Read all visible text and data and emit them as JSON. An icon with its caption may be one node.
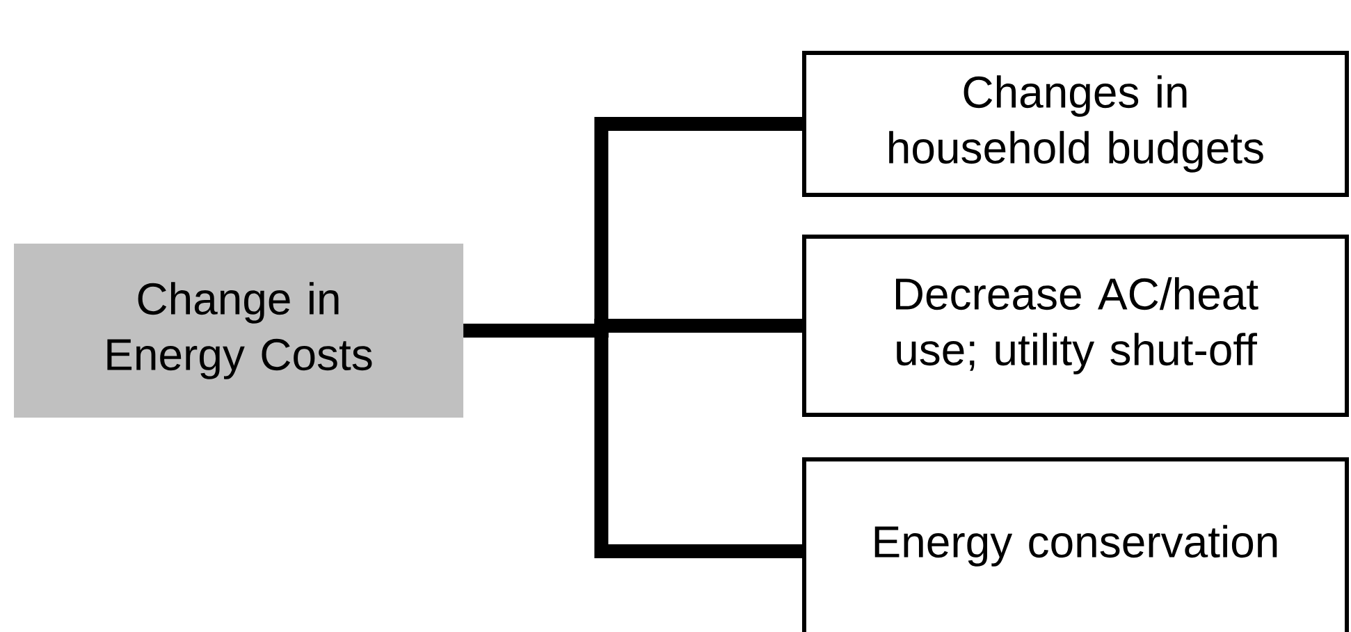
{
  "diagram": {
    "nodes": [
      {
        "text": [
          "Change in Energy Costs"
        ]
      },
      {
        "text": [
          "Changes in household budgets"
        ]
      },
      {
        "text": [
          "Decrease AC/heat use; utility shut-off"
        ]
      },
      {
        "text": [
          "Energy conservation"
        ]
      }
    ],
    "edges": [
      {
        "from": 0,
        "to": 1,
        "arrow": "none"
      },
      {
        "from": 0,
        "to": 2,
        "arrow": "none"
      },
      {
        "from": 0,
        "to": 3,
        "arrow": "none"
      }
    ]
  }
}
